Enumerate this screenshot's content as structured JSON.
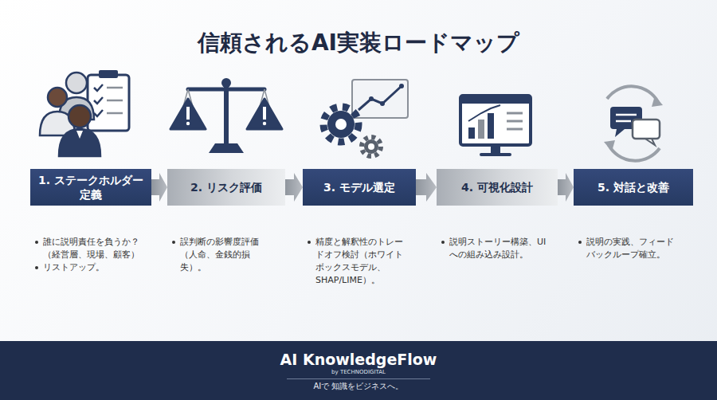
{
  "diagram": {
    "title": "信頼されるAI実装ロードマップ",
    "nodes": [
      {
        "text": [
          "1. ステークホルダー定義",
          "誰に説明責任を負うか？（経営層、現場、顧客）",
          "リストアップ。"
        ]
      },
      {
        "text": [
          "2. リスク評価",
          "誤判断の影響度評価（人命、金銭的損失）。"
        ]
      },
      {
        "text": [
          "3. モデル選定",
          "精度と解釈性のトレードオフ検討（ホワイトボックスモデル、SHAP/LIME）。"
        ]
      },
      {
        "text": [
          "4. 可視化設計",
          "説明ストーリー構築、UIへの組み込み設計。"
        ]
      },
      {
        "text": [
          "5. 対話と改善",
          "説明の実践、フィードバックループ確立。"
        ]
      },
      {
        "text": [
          "AI KnowledgeFlow",
          "by TECHNODIGITAL",
          "AIで 知識をビジネスへ。"
        ]
      }
    ],
    "edges": [
      {
        "from": 0,
        "to": 1,
        "arrow": "to"
      },
      {
        "from": 1,
        "to": 2,
        "arrow": "to"
      },
      {
        "from": 2,
        "to": 3,
        "arrow": "to"
      },
      {
        "from": 3,
        "to": 4,
        "arrow": "to"
      }
    ]
  }
}
